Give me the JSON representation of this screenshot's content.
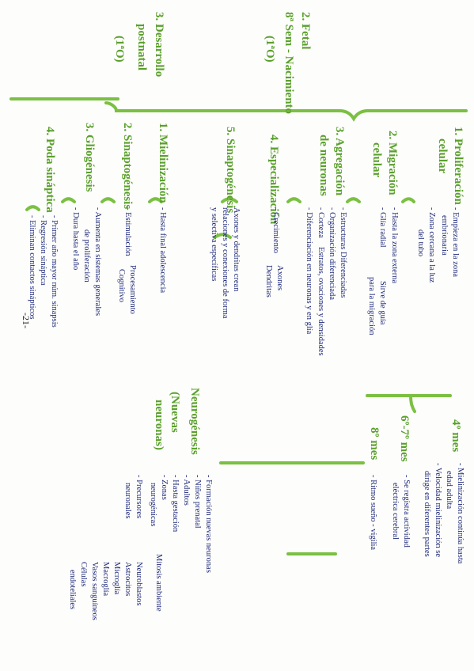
{
  "sections": {
    "s2": {
      "title": "2. Fetal",
      "subtitle": "8ª Sem - Nacimiento",
      "num": "(1ªO)"
    },
    "s3": {
      "title": "3. Desarrollo",
      "title2": "postnatal",
      "num": "(1ªO)"
    }
  },
  "fetal_items": {
    "i1": {
      "h1": "1. Proliferación",
      "h2": "celular",
      "l1": "- Empieza en la zona",
      "l2": "embrionaria",
      "l3": "- Zona cercana a la luz",
      "l4": "del tubo"
    },
    "i2": {
      "h1": "2. Migración",
      "h2": "celular",
      "l1": "- Hasta la zona externa",
      "l2": "- Glía radial",
      "l3": "Sirve de guía",
      "l4": "para la migración"
    },
    "i3": {
      "h1": "3. Agregación",
      "h2": "de neuronas",
      "l1": "- Estructuras Diferenciadas",
      "l2": "- Organización diferenciada",
      "l3": "- Corteza",
      "l4": "Estratos, ovaciones y densidades",
      "l5": "- Diferenciación en neuronas y en glía"
    },
    "i4": {
      "h1": "4. Especialización",
      "l1": "- Crecimiento",
      "l2": "Axones",
      "l3": "Dendritas"
    },
    "i5": {
      "h1": "5. Sinaptogénesis",
      "l1": "Axones y dendritas crean",
      "l2": "relaciones y conexiones de forma",
      "l3": "y selectiva específicas"
    }
  },
  "postnatal_items": {
    "p1": {
      "h": "1. Mielinización",
      "l1": "- Hasta final adolescencia"
    },
    "p2": {
      "h": "2. Sinaptogénesis",
      "l1": "- Estimulación",
      "l2": "Procesamiento",
      "l3": "Cognitivo"
    },
    "p3": {
      "h": "3. Gliogénesis",
      "l1": "- Aumenta en sistemas generales",
      "l2": "de proliferación",
      "l3": "- Dura hasta el año"
    },
    "p4": {
      "h": "4. Poda sináptica",
      "l1": "- Primer año mayor núm. sinapsis",
      "l2": "- Regresión sináptica",
      "l3": "- Eliminan contactos sinápticos"
    }
  },
  "months": {
    "m4": {
      "h": "4º mes",
      "l1": "- Mielinización continúa hasta",
      "l2": "edad adulta",
      "l3": "- Velocidad mielinización se",
      "l4": "dirige en diferentes partes"
    },
    "m67": {
      "h": "6º-7º mes",
      "l1": "- Se registra actividad",
      "l2": "eléctrica cerebral"
    },
    "m8": {
      "h": "8º mes",
      "l1": "- Ritmo sueño - vigilia"
    }
  },
  "neuro": {
    "h1": "Neurogénesis",
    "h2": "(Nuevas",
    "h3": "neuronas)",
    "l1": "- Formación nuevas neuronas",
    "l2": "- Niños prenatal",
    "l3": "- Adultos",
    "l4": "- Hasta gestación",
    "l5": "- Zonas",
    "l6": "neurogénicas",
    "l7": "Mitosis ambiente",
    "l8": "- Precursores",
    "l9": "neuronales",
    "c1": "Neuroblastos",
    "c2": "Astrocitos",
    "c3": "Microglía",
    "c4": "Macroglía",
    "c5": "Vasos sanguíneos",
    "c6": "Células",
    "c7": "endoteliales"
  },
  "page_number": "-21-"
}
